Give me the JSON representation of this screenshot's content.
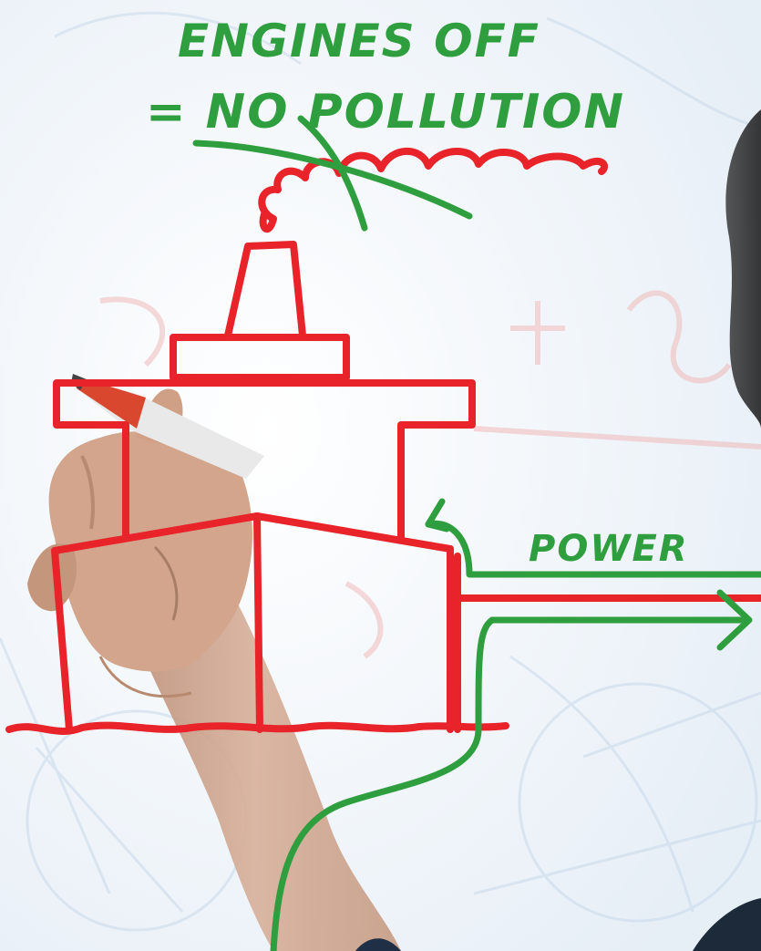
{
  "annotations": {
    "headline_line1": "ENGINES OFF",
    "headline_line2": "= NO POLLUTION",
    "power_label": "POWER"
  },
  "colors": {
    "ship_outline": "#e8232a",
    "annotation_green": "#2e9e3e",
    "skin": "#c99f86",
    "marker_body": "#d9472f",
    "background": "#ffffff"
  },
  "icons": {
    "chimney_smoke": "smoke-icon",
    "crossed_out": "cross-out-icon",
    "power_arrow": "arrow-right-icon"
  }
}
